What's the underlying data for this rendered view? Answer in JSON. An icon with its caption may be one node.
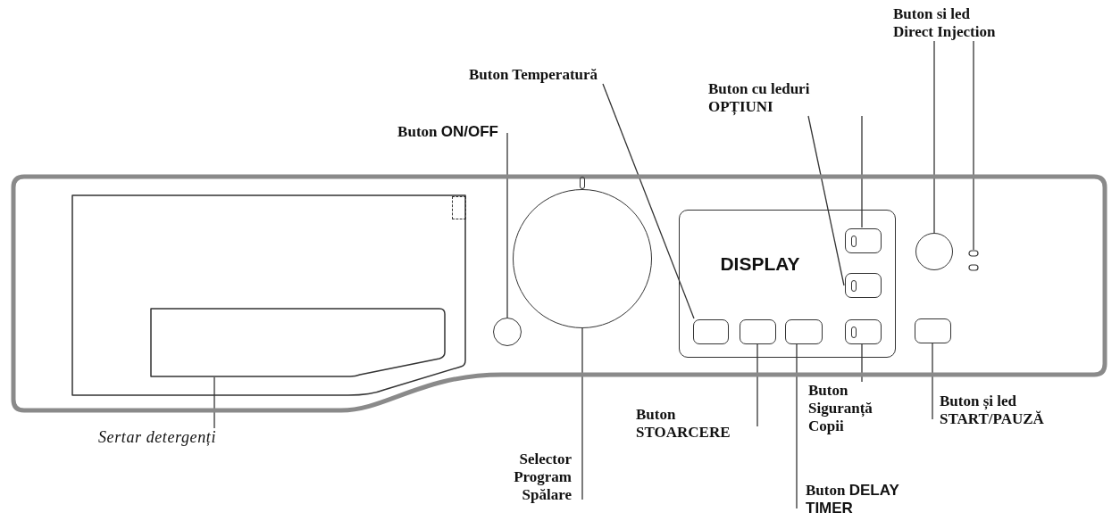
{
  "diagram": {
    "nodes": [
      {
        "text": [
          "Buton si led Direct Injection"
        ]
      },
      {
        "text": [
          "Buton  Temperatură"
        ]
      },
      {
        "text": [
          "Buton cu leduri OPȚIUNI"
        ]
      },
      {
        "text": [
          "Buton **ON/OFF**"
        ]
      },
      {
        "text": [],
        "shape": "box"
      },
      {
        "text": [],
        "shape": "box",
        "in": 4
      },
      {
        "text": [],
        "shape": "box",
        "in": 5
      },
      {
        "text": [],
        "shape": "circle",
        "in": 4
      },
      {
        "text": [],
        "shape": "circle",
        "in": 4
      },
      {
        "text": [
          "DISPLAY"
        ],
        "in": 4
      },
      {
        "text": [],
        "shape": "box",
        "in": 9
      },
      {
        "text": [],
        "shape": "box",
        "in": 9
      },
      {
        "text": [],
        "shape": "box",
        "in": 9
      },
      {
        "text": [],
        "shape": "box",
        "in": 9
      },
      {
        "text": [],
        "shape": "box",
        "in": 9
      },
      {
        "text": [],
        "shape": "box",
        "in": 9
      },
      {
        "text": [],
        "shape": "circle",
        "in": 4
      },
      {
        "text": [],
        "shape": "box",
        "in": 4
      },
      {
        "text": [],
        "shape": "box",
        "in": 4
      },
      {
        "text": [
          "Buton Siguranță Copii"
        ]
      },
      {
        "text": [
          "Buton și led START/PAUZĂ"
        ]
      },
      {
        "text": [
          "Buton STOARCERE"
        ]
      },
      {
        "text": [
          "Sertar detergenți"
        ]
      },
      {
        "text": [
          "Selector Program Spălare"
        ]
      },
      {
        "text": [
          "Buton **DELAY TIMER**"
        ]
      }
    ],
    "edges": [
      {
        "from": 3,
        "to": 7,
        "arrow": "none"
      },
      {
        "from": 1,
        "to": 10,
        "arrow": "none"
      },
      {
        "from": 2,
        "to": 14,
        "arrow": "none"
      },
      {
        "from": 2,
        "to": 13,
        "arrow": "none"
      },
      {
        "from": 0,
        "to": 16,
        "arrow": "none"
      },
      {
        "from": 0,
        "to": 17,
        "arrow": "none"
      },
      {
        "from": 22,
        "to": 6,
        "arrow": "none"
      },
      {
        "from": 23,
        "to": 8,
        "arrow": "none"
      },
      {
        "from": 21,
        "to": 11,
        "arrow": "none"
      },
      {
        "from": 24,
        "to": 12,
        "arrow": "none"
      },
      {
        "from": 19,
        "to": 15,
        "arrow": "none"
      },
      {
        "from": 20,
        "to": 18,
        "arrow": "none"
      }
    ]
  }
}
